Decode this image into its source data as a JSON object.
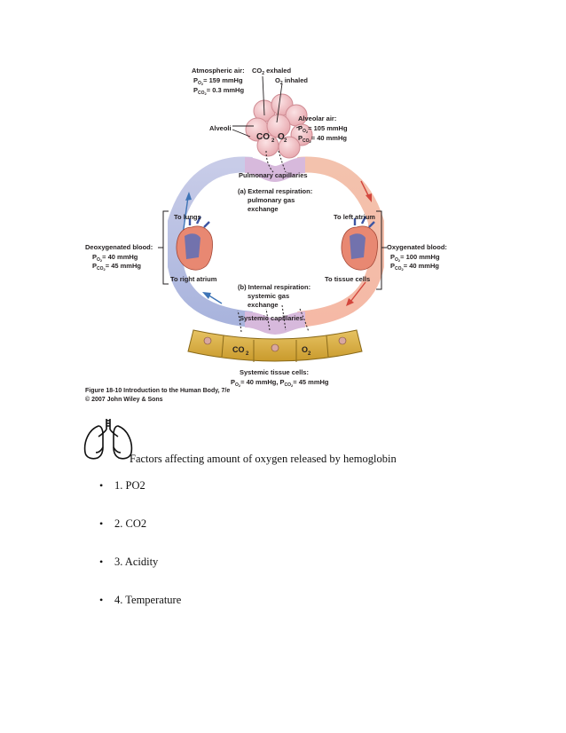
{
  "figure": {
    "atmospheric": {
      "title": "Atmospheric air:",
      "po2": "= 159 mmHg",
      "pco2": "= 0.3 mmHg"
    },
    "co2_exhaled": "exhaled",
    "o2_inhaled": "inhaled",
    "alveoli": "Alveoli",
    "alveolar": {
      "title": "Alveolar air:",
      "po2": "= 105 mmHg",
      "pco2": "= 40 mmHg"
    },
    "pulmonary_capillaries": "Pulmonary capillaries",
    "external": [
      "(a) External respiration:",
      "pulmonary gas",
      "exchange"
    ],
    "to_lungs": "To lungs",
    "to_left_atrium": "To left atrium",
    "deoxygenated": {
      "title": "Deoxygenated blood:",
      "po2": "= 40 mmHg",
      "pco2": "= 45 mmHg"
    },
    "oxygenated": {
      "title": "Oxygenated blood:",
      "po2": "= 100 mmHg",
      "pco2": "= 40 mmHg"
    },
    "to_right_atrium": "To right atrium",
    "to_tissue_cells": "To tissue cells",
    "internal": [
      "(b) Internal respiration:",
      "systemic gas",
      "exchange"
    ],
    "systemic_capillaries": "Systemic capillaries",
    "tissue": {
      "title": "Systemic tissue cells:",
      "values": "= 40 mmHg, P",
      "values2": "= 45 mmHg"
    },
    "caption": "Figure 18-10  Introduction to the Human Body, 7/e",
    "copyright": "© 2007 John Wiley & Sons"
  },
  "heading": "Factors affecting amount of oxygen released by hemoglobin",
  "factors": [
    "1. PO2",
    "2. CO2",
    "3. Acidity",
    "4. Temperature"
  ],
  "bullet": "•"
}
